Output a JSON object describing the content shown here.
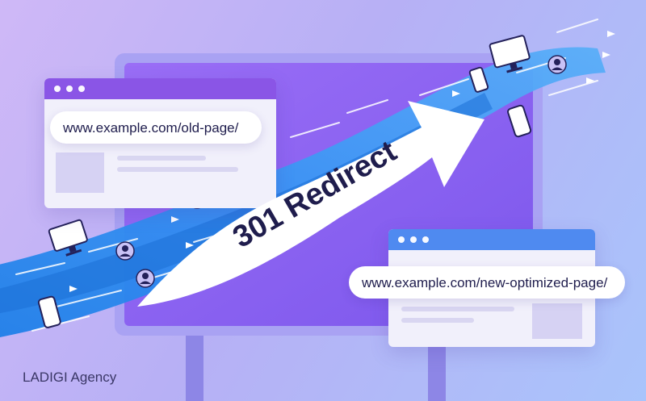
{
  "old_page": {
    "url": "www.example.com/old-page/"
  },
  "new_page": {
    "url": "www.example.com/new-optimized-page/"
  },
  "redirect": {
    "label": "301 Redirect"
  },
  "brand": {
    "name": "LADIGI Agency"
  },
  "icons": [
    "monitor-icon",
    "smartphone-icon",
    "user-icon",
    "arrow-icon"
  ],
  "colors": {
    "background": "#c3b6f6",
    "billboard": "#8b63f0",
    "stream": "#2f8ff2",
    "old_titlebar": "#8a55e6",
    "new_titlebar": "#4f8af0",
    "arrow_text": "#1f1d4d"
  }
}
